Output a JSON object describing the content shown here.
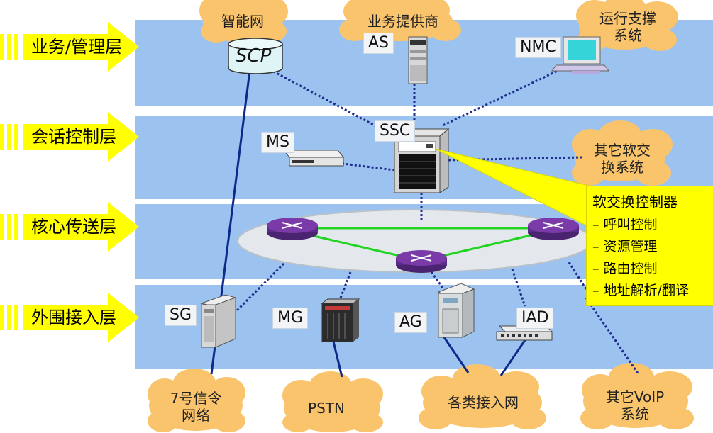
{
  "layers": [
    {
      "label": "业务/管理层"
    },
    {
      "label": "会话控制层"
    },
    {
      "label": "核心传送层"
    },
    {
      "label": "外围接入层"
    }
  ],
  "clouds": {
    "intelligent_network": "智能网",
    "service_provider": "业务提供商",
    "ops_support": [
      "运行支撑",
      "系统"
    ],
    "other_softswitch": [
      "其它软交",
      "换系统"
    ],
    "signaling_net": [
      "7号信令",
      "网络"
    ],
    "pstn": "PSTN",
    "access_networks": "各类接入网",
    "other_voip": [
      "其它VoIP",
      "系统"
    ]
  },
  "devices": {
    "scp": "SCP",
    "as": "AS",
    "nmc": "NMC",
    "ms": "MS",
    "ssc": "SSC",
    "sg": "SG",
    "mg": "MG",
    "ag": "AG",
    "iad": "IAD"
  },
  "callout": {
    "title": "软交换控制器",
    "items": [
      "– 呼叫控制",
      "– 资源管理",
      "– 路由控制",
      "– 地址解析/翻译"
    ]
  },
  "colors": {
    "band": "#9cc3ef",
    "arrow": "#ffff00",
    "cloud": "#f9c46b",
    "link_dotted": "#1f2d8f",
    "link_solid": "#0b2a8a",
    "backbone": "#22d422",
    "router": "#7a3aa8",
    "callout": "#ffff00"
  }
}
